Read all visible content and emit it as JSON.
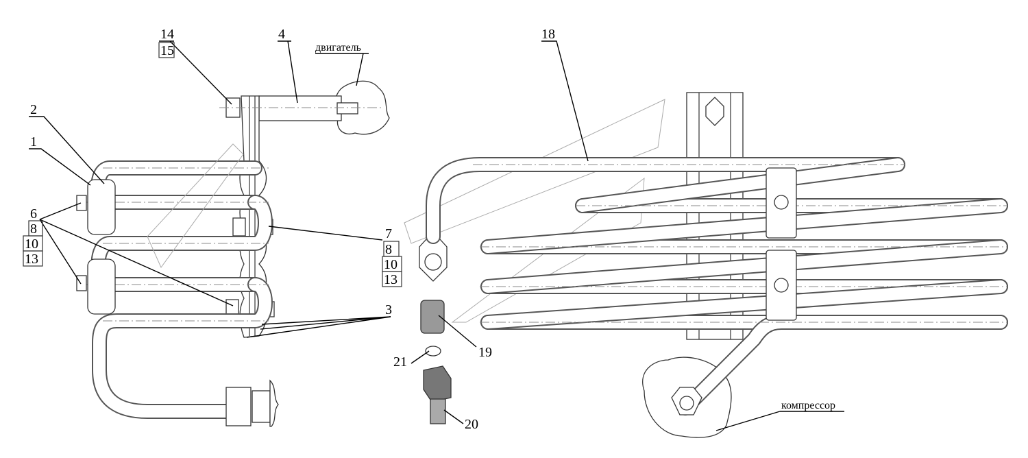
{
  "labels": {
    "l1": "1",
    "l2": "2",
    "l3": "3",
    "l4": "4",
    "l6": "6",
    "l8a": "8",
    "l10a": "10",
    "l13a": "13",
    "l7": "7",
    "l8b": "8",
    "l10b": "10",
    "l13b": "13",
    "l14": "14",
    "l15": "15",
    "l18": "18",
    "l19": "19",
    "l20": "20",
    "l21": "21"
  },
  "annotations": {
    "engine": "двигатель",
    "compressor": "компрессор"
  },
  "colors": {
    "line": "#333333",
    "pipe": "#555555",
    "axis": "#888888",
    "background": "#ffffff"
  }
}
